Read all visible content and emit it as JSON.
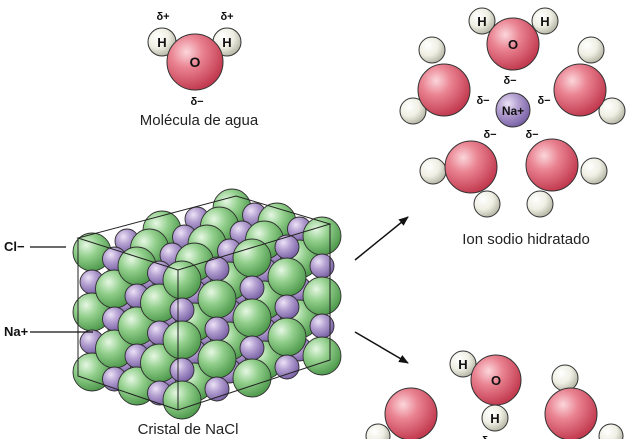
{
  "water": {
    "h_left": "H",
    "o": "O",
    "h_right": "H",
    "delta_plus_left": "δ+",
    "delta_plus_right": "δ+",
    "delta_minus": "δ−",
    "caption": "Molécula de agua"
  },
  "hydrated": {
    "h1": "H",
    "o": "O",
    "h2": "H",
    "na": "Na+",
    "delta_top": "δ−",
    "delta_left": "δ−",
    "delta_right": "δ−",
    "delta_bl": "δ−",
    "delta_br": "δ−",
    "caption": "Ion sodio hidratado"
  },
  "lower": {
    "h1": "H",
    "o": "O",
    "h2": "H",
    "delta": "δ−"
  },
  "crystal": {
    "cl_label": "Cl−",
    "na_label": "Na+",
    "caption": "Cristal de NaCl"
  },
  "colors": {
    "oxygen": "#e2707f",
    "hydrogen": "#ececdf",
    "sodium": "#a892c8",
    "chloride": "#86c686",
    "outline": "#333333"
  }
}
